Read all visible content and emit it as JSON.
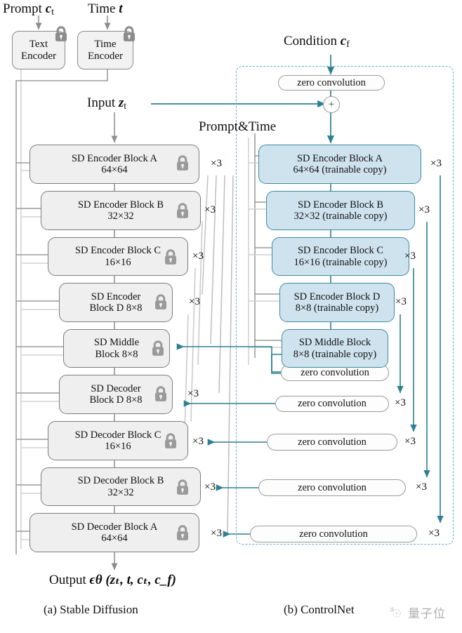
{
  "figure": {
    "title": "ControlNet architecture comparison",
    "colors": {
      "teal": "#2e7f93",
      "teal_light": "#5fb4c9",
      "block_fill": "#efeff0",
      "block_stroke": "#7c7c7c",
      "trainable_fill": "#cfe3ef",
      "trainable_stroke": "#3d8a9e",
      "rail_gray": "#9c9c9c",
      "rail_gray_light": "#d0d0d0"
    }
  },
  "top_inputs": {
    "prompt_label": "Prompt",
    "prompt_symbol": "c",
    "prompt_sub": "t",
    "time_label": "Time",
    "time_symbol": "t",
    "text_encoder": {
      "line1": "Text",
      "line2": "Encoder"
    },
    "time_encoder": {
      "line1": "Time",
      "line2": "Encoder"
    },
    "input_label": "Input",
    "input_symbol": "z",
    "input_sub": "t",
    "prompt_time_label": "Prompt&Time",
    "condition_label": "Condition",
    "condition_symbol": "c",
    "condition_sub": "f"
  },
  "sd_branch": {
    "caption": "(a) Stable Diffusion",
    "output_prefix": "Output",
    "output_expr": "ϵθ (zₜ, t, cₜ, c_f)",
    "blocks": [
      {
        "id": "enc-a",
        "line1": "SD Encoder Block A",
        "line2": "64×64",
        "repeat": "×3",
        "locked": true
      },
      {
        "id": "enc-b",
        "line1": "SD Encoder Block B",
        "line2": "32×32",
        "repeat": "×3",
        "locked": true
      },
      {
        "id": "enc-c",
        "line1": "SD Encoder Block C",
        "line2": "16×16",
        "repeat": "×3",
        "locked": true
      },
      {
        "id": "enc-d",
        "line1": "SD Encoder",
        "line2": "Block D 8×8",
        "repeat": "×3",
        "locked": true
      },
      {
        "id": "mid",
        "line1": "SD Middle",
        "line2": "Block 8×8",
        "repeat": "",
        "locked": true
      },
      {
        "id": "dec-d",
        "line1": "SD Decoder",
        "line2": "Block D 8×8",
        "repeat": "×3",
        "locked": true
      },
      {
        "id": "dec-c",
        "line1": "SD Decoder Block C",
        "line2": "16×16",
        "repeat": "×3",
        "locked": true
      },
      {
        "id": "dec-b",
        "line1": "SD Decoder Block B",
        "line2": "32×32",
        "repeat": "×3",
        "locked": true
      },
      {
        "id": "dec-a",
        "line1": "SD Decoder Block A",
        "line2": "64×64",
        "repeat": "×3",
        "locked": true
      }
    ]
  },
  "controlnet_branch": {
    "caption": "(b) ControlNet",
    "zero_conv_label": "zero convolution",
    "plus_symbol": "+",
    "blocks": [
      {
        "id": "cn-enc-a",
        "line1": "SD Encoder Block A",
        "line2": "64×64 (trainable copy)",
        "repeat": "×3"
      },
      {
        "id": "cn-enc-b",
        "line1": "SD Encoder Block B",
        "line2": "32×32 (trainable copy)",
        "repeat": "×3"
      },
      {
        "id": "cn-enc-c",
        "line1": "SD Encoder Block C",
        "line2": "16×16 (trainable copy)",
        "repeat": "×3"
      },
      {
        "id": "cn-enc-d",
        "line1": "SD Encoder Block D",
        "line2": "8×8 (trainable copy)",
        "repeat": "×3"
      },
      {
        "id": "cn-mid",
        "line1": "SD Middle Block",
        "line2": "8×8 (trainable copy)",
        "repeat": ""
      }
    ],
    "zero_convs": [
      {
        "id": "zc-top",
        "label": "zero convolution",
        "repeat": ""
      },
      {
        "id": "zc-mid",
        "label": "zero convolution",
        "repeat": ""
      },
      {
        "id": "zc-1",
        "label": "zero convolution",
        "repeat": "×3"
      },
      {
        "id": "zc-2",
        "label": "zero convolution",
        "repeat": "×3"
      },
      {
        "id": "zc-3",
        "label": "zero convolution",
        "repeat": "×3"
      },
      {
        "id": "zc-4",
        "label": "zero convolution",
        "repeat": "×3"
      }
    ]
  },
  "watermark": {
    "text": "量子位"
  }
}
